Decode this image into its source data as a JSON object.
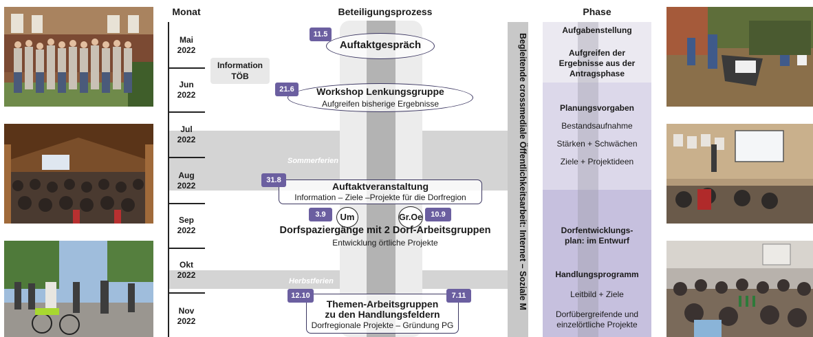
{
  "headers": {
    "monat": "Monat",
    "prozess": "Beteiligungsprozess",
    "phase": "Phase"
  },
  "months": [
    {
      "line1": "Mai",
      "line2": "2022"
    },
    {
      "line1": "Jun",
      "line2": "2022"
    },
    {
      "line1": "Jul",
      "line2": "2022"
    },
    {
      "line1": "Aug",
      "line2": "2022"
    },
    {
      "line1": "Sep",
      "line2": "2022"
    },
    {
      "line1": "Okt",
      "line2": "2022"
    },
    {
      "line1": "Nov",
      "line2": "2022"
    }
  ],
  "ferien": {
    "sommer": "Sommerferien",
    "herbst": "Herbstferien"
  },
  "information_toeb": {
    "line1": "Information",
    "line2": "TÖB"
  },
  "events": {
    "kickoff_talk": {
      "date": "11.5",
      "title": "Auftaktgespräch"
    },
    "workshop": {
      "date": "21.6",
      "title": "Workshop Lenkungsgruppe",
      "subtitle": "Aufgreifen bisherige Ergebnisse"
    },
    "auftakt": {
      "date": "31.8",
      "title": "Auftaktveranstaltung",
      "subtitle": "Information – Ziele –Projekte für die Dorfregion"
    },
    "walks": {
      "date_left": "3.9",
      "circle_left": "Um",
      "circle_right": "Gr.Oe",
      "date_right": "10.9",
      "title": "Dorfspaziergänge mit 2 Dorf-Arbeitsgruppen",
      "subtitle": "Entwicklung örtliche Projekte"
    },
    "themen": {
      "date_left": "12.10",
      "date_right": "7.11",
      "title_line1": "Themen-Arbeitsgruppen",
      "title_line2": "zu den Handlungsfeldern",
      "subtitle": "Dorfregionale Projekte – Gründung PG"
    }
  },
  "vertical_bar_text": "Begleitende crossmediale Öffentlichkeitsarbeit: Internet – Soziale M",
  "phases": {
    "aufgabenstellung": "Aufgabenstellung",
    "aufgreifen": [
      "Aufgreifen der",
      "Ergebnisse aus der",
      "Antragsphase"
    ],
    "planungsvorgaben": "Planungsvorgaben",
    "bestand": "Bestandsaufnahme",
    "staerken": "Stärken + Schwächen",
    "ziele": "Ziele + Projektideen",
    "dep": [
      "Dorfentwicklungs-",
      "plan: im Entwurf"
    ],
    "handlungsprogramm": "Handlungsprogramm",
    "leitbild": "Leitbild + Ziele",
    "dorfueber": [
      "Dorfübergreifende und",
      "einzelörtliche Projekte"
    ]
  },
  "colors": {
    "badge": "#6b5fa0",
    "band": "#d4d4d4",
    "phase_light": "#ebe9f1",
    "phase_mid": "#dcd8ea",
    "phase_dark": "#c6c0de"
  },
  "photos": [
    "group-photo-outdoor",
    "event-hall-audience",
    "village-walk",
    "field-discussion",
    "presentation-room",
    "workshop-audience"
  ]
}
